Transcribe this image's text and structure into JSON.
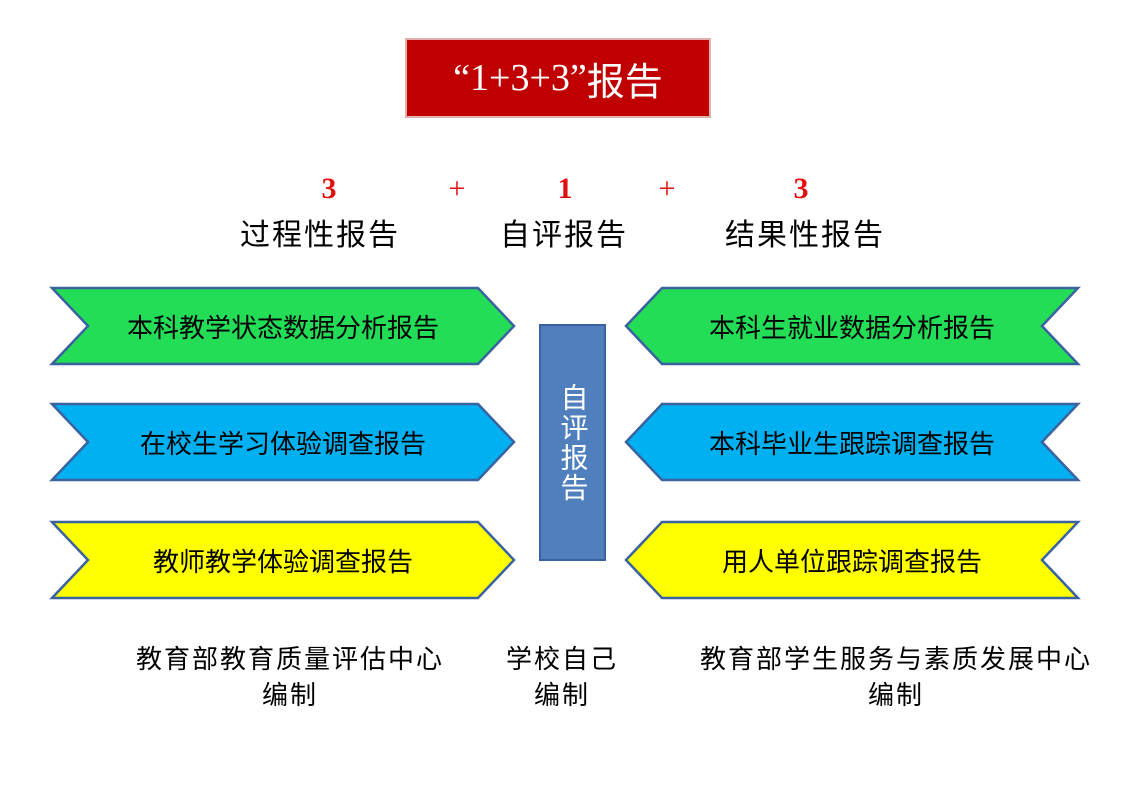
{
  "title": {
    "open_quote": "“",
    "numbers": "1+3+3",
    "close_quote": "”",
    "text": "报告"
  },
  "formula": {
    "left_num": "3",
    "plus1": "+",
    "mid_num": "1",
    "plus2": "+",
    "right_num": "3"
  },
  "headings": {
    "left": "过程性报告",
    "center": "自评报告",
    "right": "结果性报告"
  },
  "left_reports": [
    {
      "label": "本科教学状态数据分析报告",
      "color": "#22dd55"
    },
    {
      "label": "在校生学习体验调查报告",
      "color": "#00b0f0"
    },
    {
      "label": "教师教学体验调查报告",
      "color": "#ffff00"
    }
  ],
  "right_reports": [
    {
      "label": "本科生就业数据分析报告",
      "color": "#22dd55"
    },
    {
      "label": "本科毕业生跟踪调查报告",
      "color": "#00b0f0"
    },
    {
      "label": "用人单位跟踪调查报告",
      "color": "#ffff00"
    }
  ],
  "center_box": {
    "label": "自评报告",
    "color": "#4f80bd"
  },
  "footers": {
    "left": {
      "line1": "教育部教育质量评估中心",
      "line2": "编制"
    },
    "center": {
      "line1": "学校自己",
      "line2": "编制"
    },
    "right": {
      "line1": "教育部学生服务与素质发展中心",
      "line2": "编制"
    }
  }
}
